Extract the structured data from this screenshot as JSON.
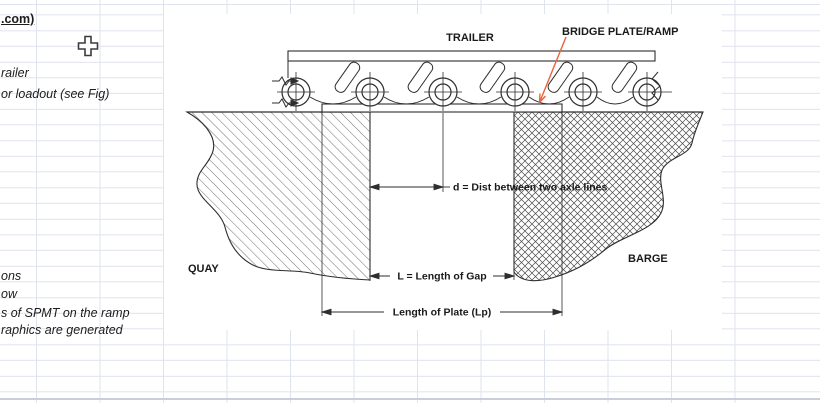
{
  "app": {
    "description": "Spreadsheet with embedded loadout engineering sketch"
  },
  "colors": {
    "gridline": "#dfe3ed",
    "leader_arrow_accent": "#e8653a",
    "drawing_line": "#2e2e2e",
    "text": "#1a1a1a"
  },
  "notes": {
    "fragments": [
      ".com)",
      "railer",
      "or loadout (see Fig)",
      "ons",
      "ow",
      "s of SPMT on the ramp",
      "raphics are generated"
    ]
  },
  "diagram": {
    "labels": {
      "trailer": "TRAILER",
      "bridge_plate": "BRIDGE PLATE/RAMP",
      "quay": "QUAY",
      "barge": "BARGE"
    },
    "dimensions": {
      "axle": "d = Dist between two axle lines",
      "gap": "L = Length of Gap",
      "plate": "Length of Plate (Lp)"
    },
    "wheel_count": 6
  }
}
